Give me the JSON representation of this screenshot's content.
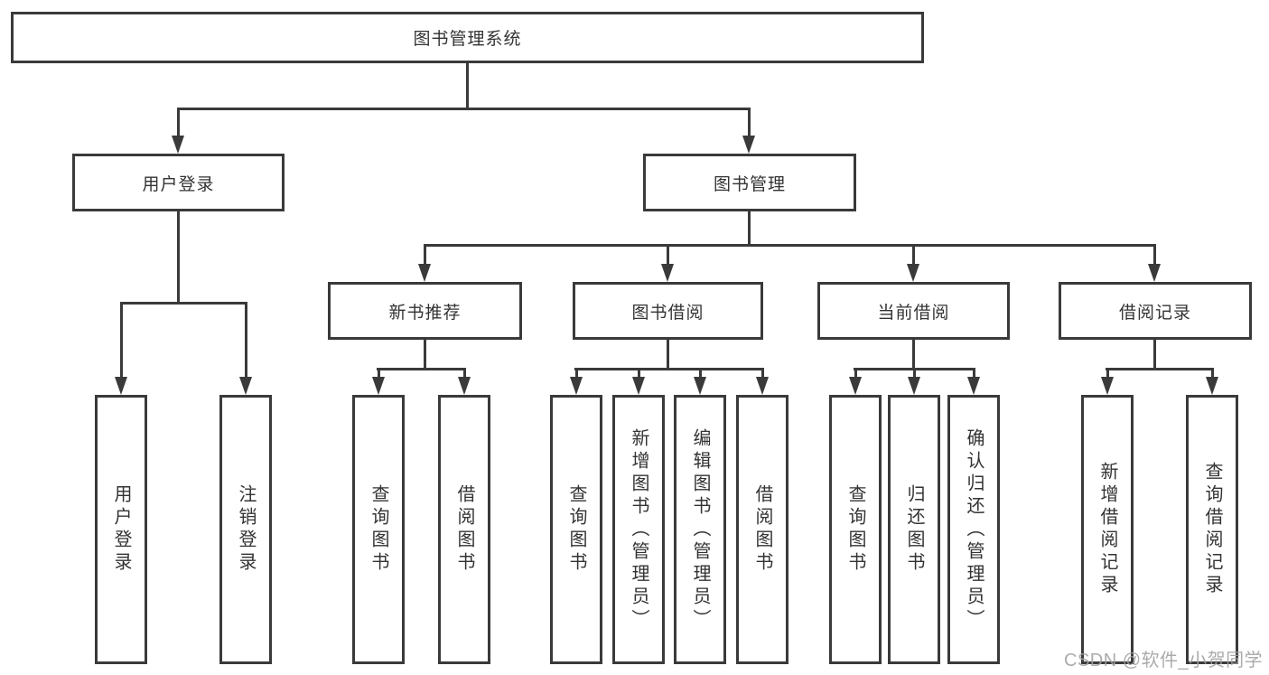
{
  "colors": {
    "line": "#3a3a3a",
    "text": "#333333",
    "watermark": "#a0a0a0",
    "background": "#ffffff"
  },
  "nodes": {
    "root": "图书管理系统",
    "user_login": "用户登录",
    "book_mgmt": "图书管理",
    "new_book_rec": "新书推荐",
    "book_borrow": "图书借阅",
    "current_borrow": "当前借阅",
    "borrow_record": "借阅记录"
  },
  "leaves": {
    "user_login": [
      "用户登录",
      "注销登录"
    ],
    "new_book_rec": [
      "查询图书",
      "借阅图书"
    ],
    "book_borrow": [
      "查询图书",
      "新增图书（管理员）",
      "编辑图书（管理员）",
      "借阅图书"
    ],
    "current_borrow": [
      "查询图书",
      "归还图书",
      "确认归还（管理员）"
    ],
    "borrow_record": [
      "新增借阅记录",
      "查询借阅记录"
    ]
  },
  "watermark": {
    "text": "CSDN @软件_小贺同学"
  }
}
